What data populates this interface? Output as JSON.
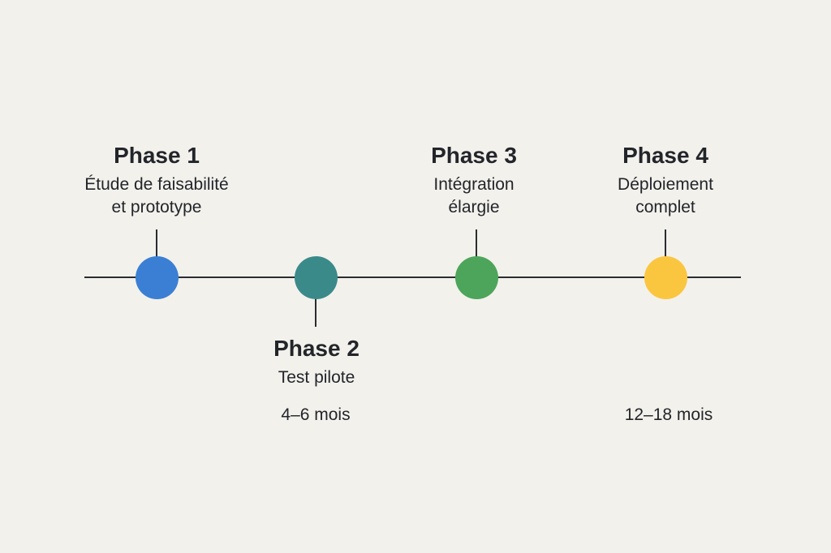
{
  "phases": [
    {
      "title": "Phase 1",
      "desc1": "Étude de faisabilité",
      "desc2": "et prototype",
      "color": "#3b7fd4",
      "position": "above"
    },
    {
      "title": "Phase 2",
      "desc1": "Test pilote",
      "desc2": "",
      "color": "#3a8a8a",
      "position": "below"
    },
    {
      "title": "Phase 3",
      "desc1": "Intégration",
      "desc2": "élargie",
      "color": "#4ca55a",
      "position": "above"
    },
    {
      "title": "Phase 4",
      "desc1": "Déploiement",
      "desc2": "complet",
      "color": "#fbc63f",
      "position": "above"
    }
  ],
  "durations": [
    "4–6 mois",
    "12–18 mois"
  ]
}
